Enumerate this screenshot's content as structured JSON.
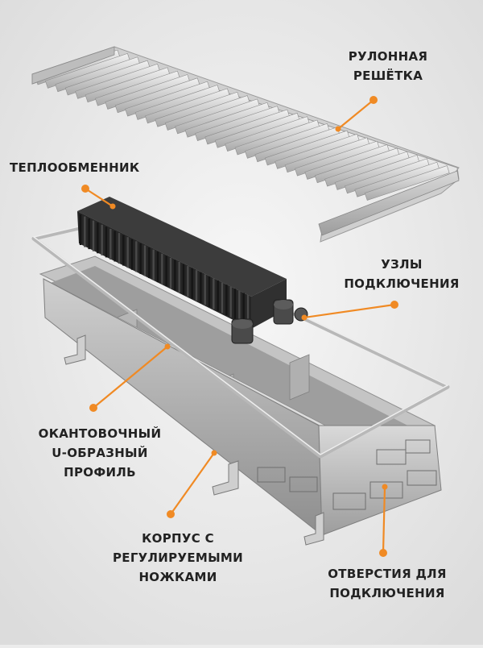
{
  "accent_color": "#f08a24",
  "labels": {
    "grille": [
      "РУЛОННАЯ",
      "РЕШЁТКА"
    ],
    "heat_exchanger": [
      "ТЕПЛООБМЕННИК"
    ],
    "connection_units": [
      "УЗЛЫ",
      "ПОДКЛЮЧЕНИЯ"
    ],
    "u_profile": [
      "ОКАНТОВОЧНЫЙ",
      "U-ОБРАЗНЫЙ",
      "ПРОФИЛЬ"
    ],
    "body_feet": [
      "КОРПУС С",
      "РЕГУЛИРУЕМЫМИ",
      "НОЖКАМИ"
    ],
    "connection_holes": [
      "ОТВЕРСТИЯ ДЛЯ",
      "ПОДКЛЮЧЕНИЯ"
    ]
  }
}
